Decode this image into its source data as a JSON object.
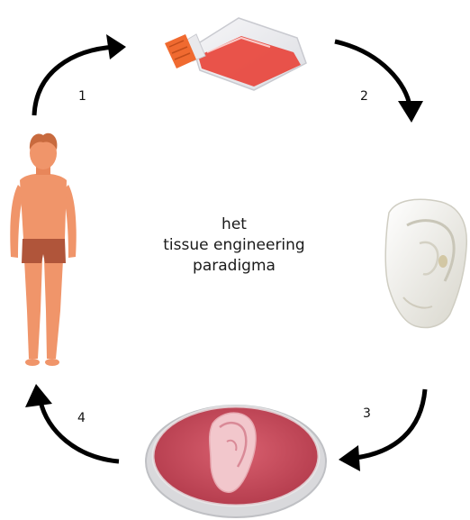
{
  "center_label": {
    "line1": "het",
    "line2": "tissue engineering",
    "line3": "paradigma"
  },
  "steps": [
    {
      "number": "1"
    },
    {
      "number": "2"
    },
    {
      "number": "3"
    },
    {
      "number": "4"
    }
  ],
  "colors": {
    "arrow": "#000000",
    "skin": "#f0956a",
    "hair": "#c86a3e",
    "shorts": "#b0553a",
    "culture_medium": "#e8453c",
    "flask_cap": "#f06a30",
    "scaffold": "#f0efe8",
    "dish_medium": "#c8485a"
  },
  "icons": {
    "human": "human-figure-icon",
    "flask": "culture-flask-icon",
    "scaffold": "ear-scaffold-icon",
    "dish": "petri-dish-ear-icon"
  }
}
